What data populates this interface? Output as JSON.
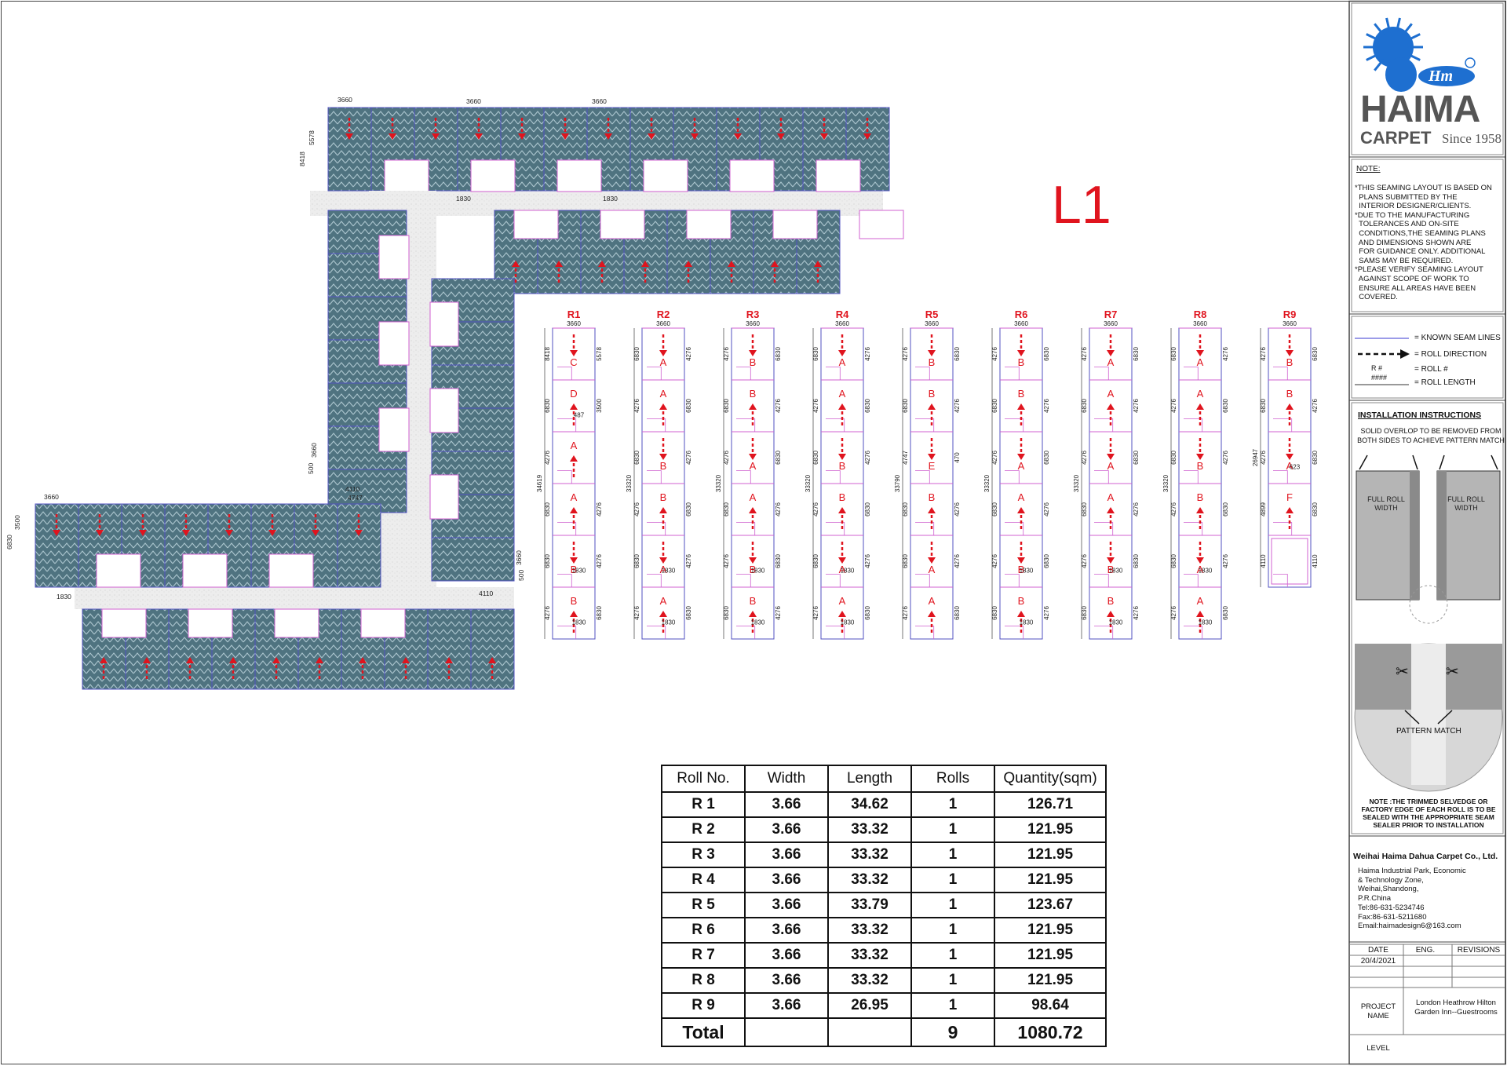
{
  "drawing": {
    "level_label": "L1",
    "plan_dims": {
      "top_widths": [
        "3660",
        "3660",
        "3660"
      ],
      "top_left_heights": [
        "8418",
        "5578"
      ],
      "top_gap": [
        "1830",
        "1830"
      ],
      "left_widths": [
        "3660",
        "4110",
        "4747"
      ],
      "left_heights": [
        "3500",
        "6830"
      ],
      "mid_vert": [
        "3660",
        "500"
      ],
      "right_dims": [
        "3660",
        "500",
        "4110"
      ],
      "bottom_gap": "1830"
    }
  },
  "rolls": [
    {
      "name": "R1",
      "width_label": "3660",
      "total_length": "34619",
      "segments": [
        {
          "letter": "C",
          "dir": "down",
          "len": "8418",
          "sub": "5578"
        },
        {
          "letter": "D",
          "dir": "up",
          "len": "6830",
          "sub": "3500",
          "notch": "487"
        },
        {
          "letter": "A",
          "dir": "up",
          "len": "4276"
        },
        {
          "letter": "A",
          "dir": "up",
          "len": "6830",
          "sub": "4276"
        },
        {
          "letter": "B",
          "dir": "down",
          "len": "6830",
          "sub": "4276",
          "notch": "1830"
        },
        {
          "letter": "B",
          "dir": "up",
          "len": "4276",
          "sub": "6830",
          "notch": "1830"
        }
      ]
    },
    {
      "name": "R2",
      "width_label": "3660",
      "total_length": "33320",
      "segments": [
        {
          "letter": "A",
          "dir": "down",
          "len": "6830",
          "sub": "4276"
        },
        {
          "letter": "A",
          "dir": "up",
          "len": "4276",
          "sub": "6830"
        },
        {
          "letter": "B",
          "dir": "down",
          "len": "6830",
          "sub": "4276"
        },
        {
          "letter": "B",
          "dir": "up",
          "len": "4276",
          "sub": "6830"
        },
        {
          "letter": "A",
          "dir": "down",
          "len": "6830",
          "sub": "4276",
          "notch": "1830"
        },
        {
          "letter": "A",
          "dir": "up",
          "len": "4276",
          "sub": "6830",
          "notch": "1830"
        }
      ]
    },
    {
      "name": "R3",
      "width_label": "3660",
      "total_length": "33320",
      "segments": [
        {
          "letter": "B",
          "dir": "down",
          "len": "4276",
          "sub": "6830"
        },
        {
          "letter": "B",
          "dir": "up",
          "len": "6830",
          "sub": "4276"
        },
        {
          "letter": "A",
          "dir": "down",
          "len": "4276",
          "sub": "6830"
        },
        {
          "letter": "A",
          "dir": "up",
          "len": "6830",
          "sub": "4276"
        },
        {
          "letter": "B",
          "dir": "down",
          "len": "4276",
          "sub": "6830",
          "notch": "1830"
        },
        {
          "letter": "B",
          "dir": "up",
          "len": "6830",
          "sub": "4276",
          "notch": "1830"
        }
      ]
    },
    {
      "name": "R4",
      "width_label": "3660",
      "total_length": "33320",
      "segments": [
        {
          "letter": "A",
          "dir": "down",
          "len": "6830",
          "sub": "4276"
        },
        {
          "letter": "A",
          "dir": "up",
          "len": "4276",
          "sub": "6830"
        },
        {
          "letter": "B",
          "dir": "down",
          "len": "6830",
          "sub": "4276"
        },
        {
          "letter": "B",
          "dir": "up",
          "len": "4276",
          "sub": "6830"
        },
        {
          "letter": "A",
          "dir": "down",
          "len": "6830",
          "sub": "4276",
          "notch": "1830"
        },
        {
          "letter": "A",
          "dir": "up",
          "len": "4276",
          "sub": "6830",
          "notch": "1830"
        }
      ]
    },
    {
      "name": "R5",
      "width_label": "3660",
      "total_length": "33790",
      "segments": [
        {
          "letter": "B",
          "dir": "down",
          "len": "4276",
          "sub": "6830"
        },
        {
          "letter": "B",
          "dir": "up",
          "len": "6830",
          "sub": "4276"
        },
        {
          "letter": "E",
          "dir": "down",
          "len": "4747",
          "sub": "470"
        },
        {
          "letter": "B",
          "dir": "up",
          "len": "6830",
          "sub": "4276"
        },
        {
          "letter": "A",
          "dir": "down",
          "len": "6830",
          "sub": "4276"
        },
        {
          "letter": "A",
          "dir": "up",
          "len": "4276",
          "sub": "6830"
        }
      ]
    },
    {
      "name": "R6",
      "width_label": "3660",
      "total_length": "33320",
      "segments": [
        {
          "letter": "B",
          "dir": "down",
          "len": "4276",
          "sub": "6830"
        },
        {
          "letter": "B",
          "dir": "up",
          "len": "6830",
          "sub": "4276"
        },
        {
          "letter": "A",
          "dir": "down",
          "len": "4276",
          "sub": "6830"
        },
        {
          "letter": "A",
          "dir": "up",
          "len": "6830",
          "sub": "4276"
        },
        {
          "letter": "B",
          "dir": "down",
          "len": "4276",
          "sub": "6830",
          "notch": "1830"
        },
        {
          "letter": "B",
          "dir": "up",
          "len": "6830",
          "sub": "4276",
          "notch": "1830"
        }
      ]
    },
    {
      "name": "R7",
      "width_label": "3660",
      "total_length": "33320",
      "segments": [
        {
          "letter": "A",
          "dir": "down",
          "len": "4276",
          "sub": "6830"
        },
        {
          "letter": "A",
          "dir": "up",
          "len": "6830",
          "sub": "4276"
        },
        {
          "letter": "A",
          "dir": "down",
          "len": "4276",
          "sub": "6830"
        },
        {
          "letter": "A",
          "dir": "up",
          "len": "6830",
          "sub": "4276"
        },
        {
          "letter": "B",
          "dir": "down",
          "len": "4276",
          "sub": "6830",
          "notch": "1830"
        },
        {
          "letter": "B",
          "dir": "up",
          "len": "6830",
          "sub": "4276",
          "notch": "1830"
        }
      ]
    },
    {
      "name": "R8",
      "width_label": "3660",
      "total_length": "33320",
      "segments": [
        {
          "letter": "A",
          "dir": "down",
          "len": "6830",
          "sub": "4276"
        },
        {
          "letter": "A",
          "dir": "up",
          "len": "4276",
          "sub": "6830"
        },
        {
          "letter": "B",
          "dir": "down",
          "len": "6830",
          "sub": "4276"
        },
        {
          "letter": "B",
          "dir": "up",
          "len": "4276",
          "sub": "6830"
        },
        {
          "letter": "A",
          "dir": "down",
          "len": "6830",
          "sub": "4276",
          "notch": "1830"
        },
        {
          "letter": "A",
          "dir": "up",
          "len": "4276",
          "sub": "6830",
          "notch": "1830"
        }
      ]
    },
    {
      "name": "R9",
      "width_label": "3660",
      "total_length": "26947",
      "segments": [
        {
          "letter": "B",
          "dir": "down",
          "len": "4276",
          "sub": "6830"
        },
        {
          "letter": "B",
          "dir": "up",
          "len": "6830",
          "sub": "4276"
        },
        {
          "letter": "A",
          "dir": "down",
          "len": "4276",
          "sub": "6830",
          "notch": "623"
        },
        {
          "letter": "F",
          "dir": "up",
          "len": "4899",
          "sub": "6830"
        },
        {
          "letter": "",
          "dir": "none",
          "len": "4110",
          "sub": "4110"
        }
      ]
    }
  ],
  "roll_table": {
    "headers": [
      "Roll No.",
      "Width",
      "Length",
      "Rolls",
      "Quantity(sqm)"
    ],
    "rows": [
      [
        "R 1",
        "3.66",
        "34.62",
        "1",
        "126.71"
      ],
      [
        "R 2",
        "3.66",
        "33.32",
        "1",
        "121.95"
      ],
      [
        "R 3",
        "3.66",
        "33.32",
        "1",
        "121.95"
      ],
      [
        "R 4",
        "3.66",
        "33.32",
        "1",
        "121.95"
      ],
      [
        "R 5",
        "3.66",
        "33.79",
        "1",
        "123.67"
      ],
      [
        "R 6",
        "3.66",
        "33.32",
        "1",
        "121.95"
      ],
      [
        "R 7",
        "3.66",
        "33.32",
        "1",
        "121.95"
      ],
      [
        "R 8",
        "3.66",
        "33.32",
        "1",
        "121.95"
      ],
      [
        "R 9",
        "3.66",
        "26.95",
        "1",
        "98.64"
      ]
    ],
    "total": [
      "Total",
      "",
      "",
      "9",
      "1080.72"
    ]
  },
  "title_block": {
    "logo_name": "HAIMA",
    "logo_sub": "CARPET",
    "logo_since": "Since 1958",
    "logo_mark": "Hm",
    "note_title": "NOTE:",
    "notes": [
      "*THIS SEAMING LAYOUT IS BASED ON",
      "  PLANS SUBMITTED BY THE",
      "  INTERIOR DESIGNER/CLIENTS.",
      "*DUE TO THE MANUFACTURING",
      "  TOLERANCES AND ON-SITE",
      "  CONDITIONS,THE SEAMING PLANS",
      "  AND DIMENSIONS SHOWN ARE",
      "  FOR GUIDANCE ONLY. ADDITIONAL",
      "  SAMS MAY BE REQUIRED.",
      "*PLEASE VERIFY SEAMING LAYOUT",
      "  AGAINST SCOPE OF WORK TO",
      "  ENSURE ALL AREAS HAVE BEEN",
      "  COVERED."
    ],
    "legend": [
      {
        "symbol": "seam-line-icon",
        "label": "= KNOWN SEAM LINES"
      },
      {
        "symbol": "roll-direction-arrow-icon",
        "label": "= ROLL DIRECTION"
      },
      {
        "symbol": "roll-number-icon",
        "symbol_text": "R #",
        "label": "= ROLL #"
      },
      {
        "symbol": "roll-length-icon",
        "symbol_text": "####",
        "label": "= ROLL LENGTH"
      }
    ],
    "install_title": "INSTALLATION INSTRUCTIONS",
    "install_text": "SOLID OVERLOP TO BE REMOVED FROM BOTH SIDES TO ACHIEVE PATTERN MATCH",
    "full_width_label": "FULL ROLL WIDTH",
    "pattern_match_label": "PATTERN MATCH",
    "bottom_note": "NOTE :THE TRIMMED  SELVEDGE OR FACTORY EDGE OF EACH ROLL IS TO BE SEALED WITH THE APPROPRIATE SEAM SEALER PRIOR TO INSTALLATION",
    "company": "Weihai Haima Dahua Carpet Co., Ltd.",
    "address": [
      "Haima Industrial Park, Economic",
      "& Technology Zone,",
      "Weihai,Shandong,",
      "P.R.China",
      "Tel:86-631-5234746",
      "Fax:86-631-5211680",
      "Email:haimadesign6@163.com"
    ],
    "rev_headers": [
      "DATE",
      "ENG.",
      "REVISIONS"
    ],
    "date": "20/4/2021",
    "project_label": "PROJECT NAME",
    "project_name": "London Heathrow Hilton Garden Inn--Guestrooms",
    "level_label": "LEVEL",
    "colors": {
      "accent": "#e0141e",
      "carpet": "#4a6a78",
      "seam": "#d060d0",
      "logo_blue": "#1e6fd0"
    }
  }
}
